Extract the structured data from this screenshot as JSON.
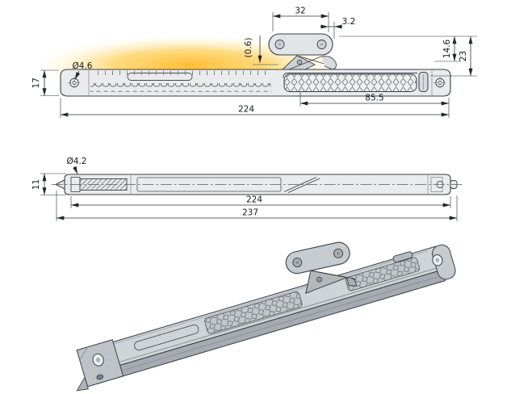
{
  "side_view": {
    "dim_flag_width": "32",
    "dim_flag_offset": "3.2",
    "dim_gap": "(0.6)",
    "dim_height_inner": "14.6",
    "dim_height_outer": "23",
    "dim_body_height": "17",
    "dim_hole": "Ø4.6",
    "dim_span": "85.5",
    "dim_length": "224"
  },
  "plan_view": {
    "dim_hole": "Ø4.2",
    "dim_body_height": "11",
    "dim_length_inner": "224",
    "dim_length_overall": "237"
  },
  "colors": {
    "background": "#ffffff",
    "line": "#3a3f44",
    "body_fill": "#e9ebec",
    "highlight_glow": "#ffc243"
  }
}
